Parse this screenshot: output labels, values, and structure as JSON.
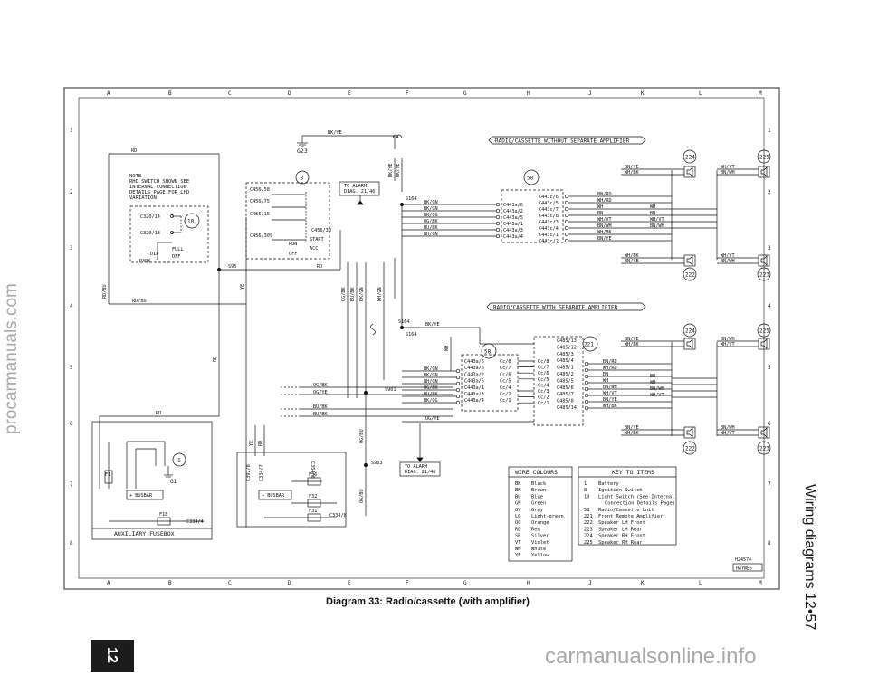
{
  "watermarks": {
    "left": "procarmanuals.com",
    "bottom": "carmanualsonline.info"
  },
  "page_header": "Wiring diagrams  12•57",
  "caption": "Diagram 33: Radio/cassette (with amplifier)",
  "chapter_tab": "12",
  "grid": {
    "columns": [
      "A",
      "B",
      "C",
      "D",
      "E",
      "F",
      "G",
      "H",
      "J",
      "K",
      "L",
      "M"
    ],
    "rows": [
      "1",
      "2",
      "3",
      "4",
      "5",
      "6",
      "7",
      "8"
    ]
  },
  "drawing_ref": [
    "H24574",
    "HAYNES"
  ],
  "sections": {
    "without_amp": "RADIO/CASSETTE WITHOUT SEPARATE AMPLIFIER",
    "with_amp": "RADIO/CASSETTE WITH SEPARATE AMPLIFIER"
  },
  "ground": "G23",
  "ground_g1": "G1",
  "note": [
    "NOTE",
    "RHD SWITCH SHOWN SEE",
    "INTERNAL CONNECTION",
    "DETAILS PAGE FOR LHD",
    "VARIATION"
  ],
  "light_switch": {
    "connectors": [
      "C320/14",
      "C320/13"
    ],
    "positions": [
      "FULL",
      "DIP",
      "OFF",
      "PARK"
    ]
  },
  "ignition_switch": {
    "connectors": [
      "C456/58",
      "C456/75",
      "C456/15",
      "C456/30S",
      "C456/30"
    ],
    "positions": [
      "START",
      "RUN",
      "ACC",
      "OFF"
    ]
  },
  "to_alarm_1": [
    "TO ALARM",
    "DIAG. 21/46"
  ],
  "to_alarm_2": [
    "TO ALARM",
    "DIAG. 21/46"
  ],
  "splices": [
    "S95",
    "S164",
    "S164",
    "S901",
    "S903"
  ],
  "splice_note": "S164",
  "radio_without": {
    "left_wires": [
      "BK/GN",
      "BK/GN",
      "BK/OG",
      "OG/BK",
      "BU/BK",
      "WH/GN"
    ],
    "left_pins": [
      "C443a/6",
      "C443a/2",
      "C443a/5",
      "C443a/1",
      "C443a/3",
      "C443a/4"
    ],
    "right_pins": [
      "C443c/6",
      "C443c/5",
      "C443c/7",
      "C443c/8",
      "C443c/3",
      "C443c/4",
      "C443c/1",
      "C443c/2"
    ],
    "right_wires": [
      "BN/RD",
      "WH/RD",
      "WH",
      "BN",
      "WH/VT",
      "BN/WH",
      "WH/BK",
      "BN/YE"
    ]
  },
  "radio_with": {
    "left_wires": [
      "BK/GN",
      "BK/GN",
      "WH/GN",
      "OG/BK",
      "BU/BK",
      "BK/OG"
    ],
    "cass_pins": [
      "C443a/6",
      "C443a/6",
      "C443a/2",
      "C443a/5",
      "C443a/1",
      "C443a/3",
      "C443a/4"
    ],
    "cc_pins_left": [
      "Cc/8",
      "Cc/7",
      "Cc/6",
      "Cc/5",
      "Cc/4",
      "Cc/2",
      "Cc/1"
    ],
    "cc_pins_right": [
      "Cc/8",
      "Cc/7",
      "Cc/6",
      "Cc/5",
      "Cc/4",
      "Cc/3",
      "Cc/2",
      "Cc/1"
    ],
    "amp_pins": [
      "C485/13",
      "C485/12",
      "C485/3",
      "C485/4",
      "C485/1",
      "C485/2",
      "C485/5",
      "C485/6",
      "C485/7",
      "C485/8",
      "C485/14"
    ],
    "right_wires": [
      "BN/RD",
      "WH/RD",
      "BN",
      "WH",
      "BN/WH",
      "WH/VT",
      "BN/YE",
      "WH/BK"
    ]
  },
  "speakers": {
    "s224_top": {
      "num": "224",
      "wires": [
        "BN/YE",
        "WH/BK"
      ]
    },
    "s225_top": {
      "num": "225",
      "wires": [
        "WH/VT",
        "BN/WH"
      ]
    },
    "s222_top": {
      "num": "222",
      "wires": [
        "WH/BK",
        "BN/YE"
      ]
    },
    "s223_top": {
      "num": "223",
      "wires": [
        "WH/VT",
        "BN/WH"
      ]
    },
    "s224_bot": {
      "num": "224",
      "wires": [
        "BN/YE",
        "WH/BK"
      ]
    },
    "s225_bot": {
      "num": "225",
      "wires": [
        "BN/WH",
        "WH/VT"
      ]
    },
    "s222_bot": {
      "num": "222",
      "wires": [
        "BN/YE",
        "WH/BK"
      ]
    },
    "s223_bot": {
      "num": "223",
      "wires": [
        "BN/WH",
        "WH/VT"
      ]
    }
  },
  "right_mid_wires_top": [
    "WH",
    "BN",
    "WH/VT",
    "BN/WH"
  ],
  "right_mid_wires_bot": [
    "BN",
    "WH",
    "BN/WH",
    "WH/VT"
  ],
  "mid_wires": {
    "bk_ye": "BK/YE",
    "rd": "RD",
    "rd_bu": "RD/BU",
    "ye": "YE",
    "og_bk": "OG/BK",
    "og_ye": "OG/YE",
    "bu_bk": "BU/BK",
    "wh_gn": "WH/GN",
    "og_bu": "OG/BU"
  },
  "ref_numbers": {
    "n8": "8",
    "n10": "10",
    "n58a": "58",
    "n58b": "58",
    "n221": "221",
    "n1": "1"
  },
  "fusebox": {
    "title": "AUXILIARY FUSEBOX",
    "busbar1": "+ BUSBAR",
    "busbar2": "+ BUSBAR",
    "fuses": [
      "F1",
      "F18",
      "F36",
      "F32",
      "F31"
    ],
    "connectors": [
      "C334/4",
      "C334/8",
      "C354/6",
      "C392/8",
      "C334/7"
    ]
  },
  "wire_colours": {
    "title": "WIRE COLOURS",
    "items": [
      [
        "BK",
        "Black"
      ],
      [
        "BN",
        "Brown"
      ],
      [
        "BU",
        "Blue"
      ],
      [
        "GN",
        "Green"
      ],
      [
        "GY",
        "Grey"
      ],
      [
        "LG",
        "Light-green"
      ],
      [
        "OG",
        "Orange"
      ],
      [
        "RD",
        "Red"
      ],
      [
        "SR",
        "Silver"
      ],
      [
        "VT",
        "Violet"
      ],
      [
        "WH",
        "White"
      ],
      [
        "YE",
        "Yellow"
      ]
    ]
  },
  "key_items": {
    "title": "KEY TO ITEMS",
    "items": [
      [
        "1",
        "Battery"
      ],
      [
        "8",
        "Ignition Switch"
      ],
      [
        "10",
        "Light Switch (See Internal"
      ],
      [
        "",
        "Connection Details Page)"
      ],
      [
        "58",
        "Radio/Cassette Unit"
      ],
      [
        "221",
        "Front Remote Amplifier"
      ],
      [
        "222",
        "Speaker LH Front"
      ],
      [
        "223",
        "Speaker LH Rear"
      ],
      [
        "224",
        "Speaker RH Front"
      ],
      [
        "225",
        "Speaker RH Rear"
      ]
    ]
  }
}
